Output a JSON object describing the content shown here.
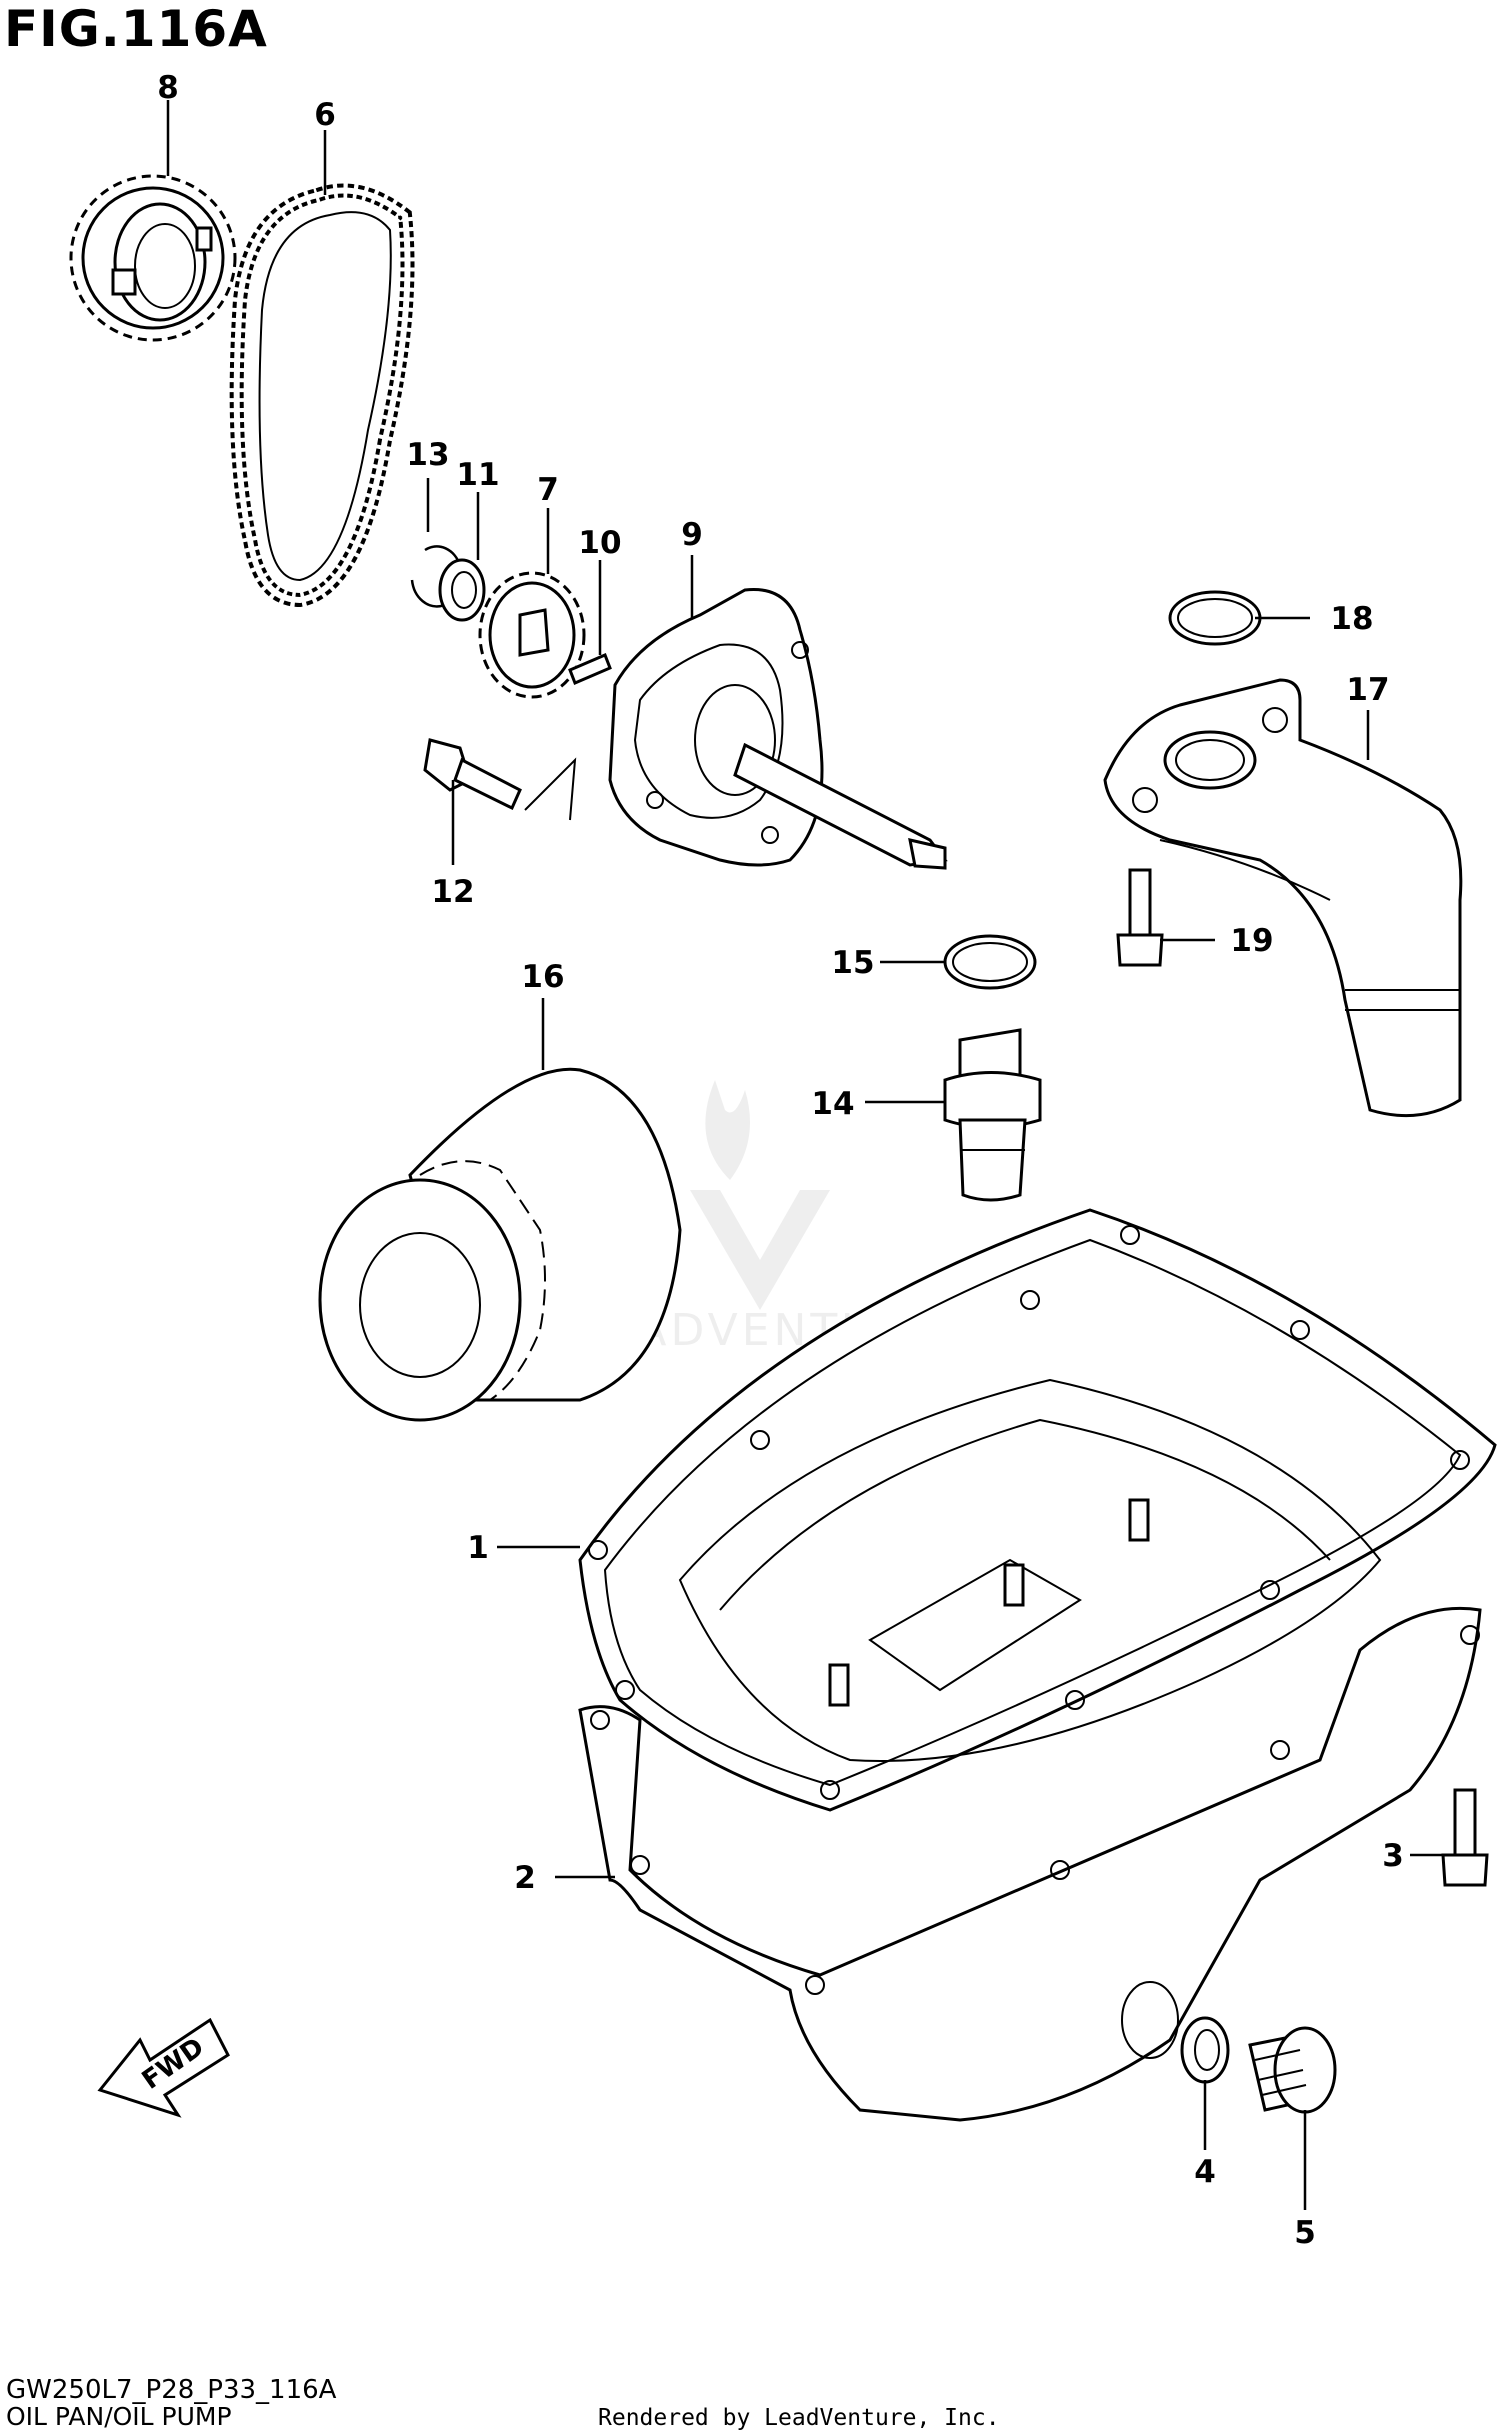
{
  "title": "FIG.116A",
  "model_code": "GW250L7_P28_P33_116A",
  "caption": "OIL PAN/OIL PUMP",
  "credit": "Rendered by LeadVenture, Inc.",
  "watermark": "LEADVENTURE",
  "fwd_label": "FWD",
  "callouts": [
    {
      "id": "c1",
      "label": "1"
    },
    {
      "id": "c2",
      "label": "2"
    },
    {
      "id": "c3",
      "label": "3"
    },
    {
      "id": "c4",
      "label": "4"
    },
    {
      "id": "c5",
      "label": "5"
    },
    {
      "id": "c6",
      "label": "6"
    },
    {
      "id": "c7",
      "label": "7"
    },
    {
      "id": "c8",
      "label": "8"
    },
    {
      "id": "c9",
      "label": "9"
    },
    {
      "id": "c10",
      "label": "10"
    },
    {
      "id": "c11",
      "label": "11"
    },
    {
      "id": "c12",
      "label": "12"
    },
    {
      "id": "c13",
      "label": "13"
    },
    {
      "id": "c14",
      "label": "14"
    },
    {
      "id": "c15",
      "label": "15"
    },
    {
      "id": "c16",
      "label": "16"
    },
    {
      "id": "c17",
      "label": "17"
    },
    {
      "id": "c18",
      "label": "18"
    },
    {
      "id": "c19",
      "label": "19"
    }
  ]
}
